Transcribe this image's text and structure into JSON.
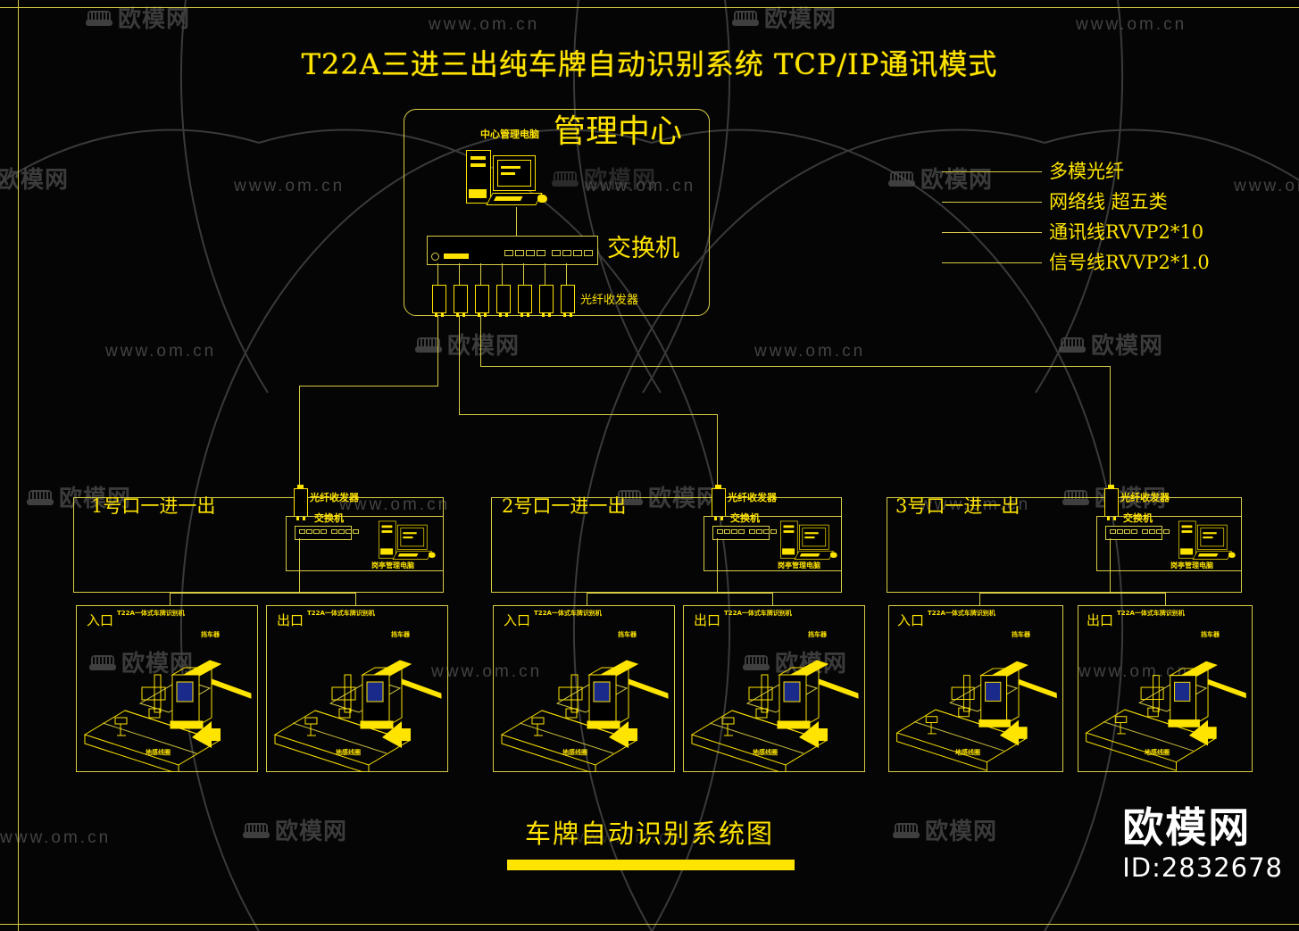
{
  "drawing": {
    "title": "T22A三进三出纯车牌自动识别系统  TCP/IP通讯模式",
    "bottom_title": "车牌自动识别系统图"
  },
  "watermark": {
    "brand": "欧模网",
    "id": "ID:2832678",
    "url": "www.om.cn"
  },
  "center": {
    "title": "管理中心",
    "computer_label": "中心管理电脑",
    "switch_label": "交换机",
    "transceiver_label": "光纤收发器"
  },
  "legend": {
    "items": [
      {
        "label": "多模光纤"
      },
      {
        "label": "网络线  超五类"
      },
      {
        "label": "通讯线RVVP2*10"
      },
      {
        "label": "信号线RVVP2*1.0"
      }
    ]
  },
  "gates": [
    {
      "title": "1号口一进一出",
      "transceiver_label": "光纤收发器",
      "switch_label": "交换机",
      "booth_pc_label": "岗亭管理电脑",
      "lanes": [
        {
          "name": "入口",
          "device_label": "T22A一体式车牌识别机",
          "barrier_label": "挡车器",
          "loop_label": "地感线圈"
        },
        {
          "name": "出口",
          "device_label": "T22A一体式车牌识别机",
          "barrier_label": "挡车器",
          "loop_label": "地感线圈"
        }
      ]
    },
    {
      "title": "2号口一进一出",
      "transceiver_label": "光纤收发器",
      "switch_label": "交换机",
      "booth_pc_label": "岗亭管理电脑",
      "lanes": [
        {
          "name": "入口",
          "device_label": "T22A一体式车牌识别机",
          "barrier_label": "挡车器",
          "loop_label": "地感线圈"
        },
        {
          "name": "出口",
          "device_label": "T22A一体式车牌识别机",
          "barrier_label": "挡车器",
          "loop_label": "地感线圈"
        }
      ]
    },
    {
      "title": "3号口一进一出",
      "transceiver_label": "光纤收发器",
      "switch_label": "交换机",
      "booth_pc_label": "岗亭管理电脑",
      "lanes": [
        {
          "name": "入口",
          "device_label": "T22A一体式车牌识别机",
          "barrier_label": "挡车器",
          "loop_label": "地感线圈"
        },
        {
          "name": "出口",
          "device_label": "T22A一体式车牌识别机",
          "barrier_label": "挡车器",
          "loop_label": "地感线圈"
        }
      ]
    }
  ],
  "colors": {
    "background": "#050505",
    "line": "#d8cc44",
    "text": "#ffe400",
    "watermark": "#454545",
    "logo": "#ffffff"
  }
}
